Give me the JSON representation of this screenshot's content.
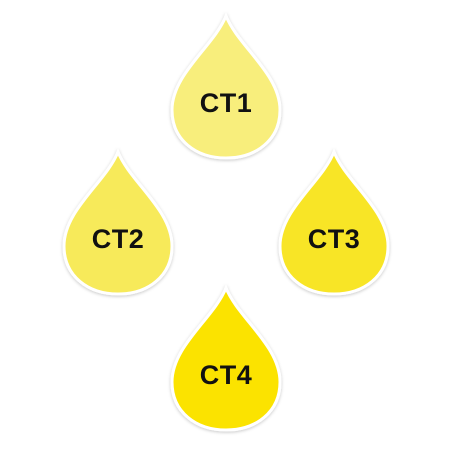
{
  "drops": [
    {
      "label": "CT1",
      "color": "#f8ee7c"
    },
    {
      "label": "CT2",
      "color": "#f7ea5a"
    },
    {
      "label": "CT3",
      "color": "#f8e525"
    },
    {
      "label": "CT4",
      "color": "#fbe300"
    }
  ],
  "colors": {
    "outline": "#ffffff",
    "label": "#111111",
    "background": "#ffffff"
  }
}
